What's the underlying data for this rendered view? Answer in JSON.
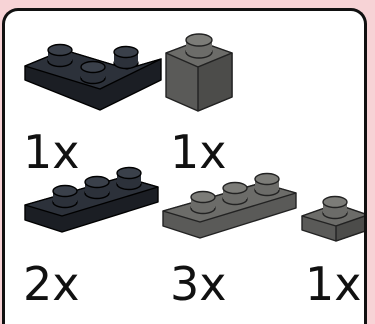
{
  "colors": {
    "background": "#f7d3d6",
    "panel": "#ffffff",
    "border": "#111111",
    "black_brick": "#1b1e24",
    "dark_gray_brick": "#5a5a58"
  },
  "parts": [
    {
      "name": "black-corner-plate",
      "icon": "plate-2x2-corner-icon",
      "color": "black",
      "quantity": "1x"
    },
    {
      "name": "dark-gray-brick-1x1",
      "icon": "brick-1x1-icon",
      "color": "dark-gray",
      "quantity": "1x"
    },
    {
      "name": "black-plate-1x3",
      "icon": "plate-1x3-icon",
      "color": "black",
      "quantity": "2x"
    },
    {
      "name": "dark-gray-plate-1x3",
      "icon": "plate-1x3-icon",
      "color": "dark-gray",
      "quantity": "3x"
    },
    {
      "name": "dark-gray-plate-1x1",
      "icon": "plate-1x1-icon",
      "color": "dark-gray",
      "quantity": "1x"
    }
  ]
}
